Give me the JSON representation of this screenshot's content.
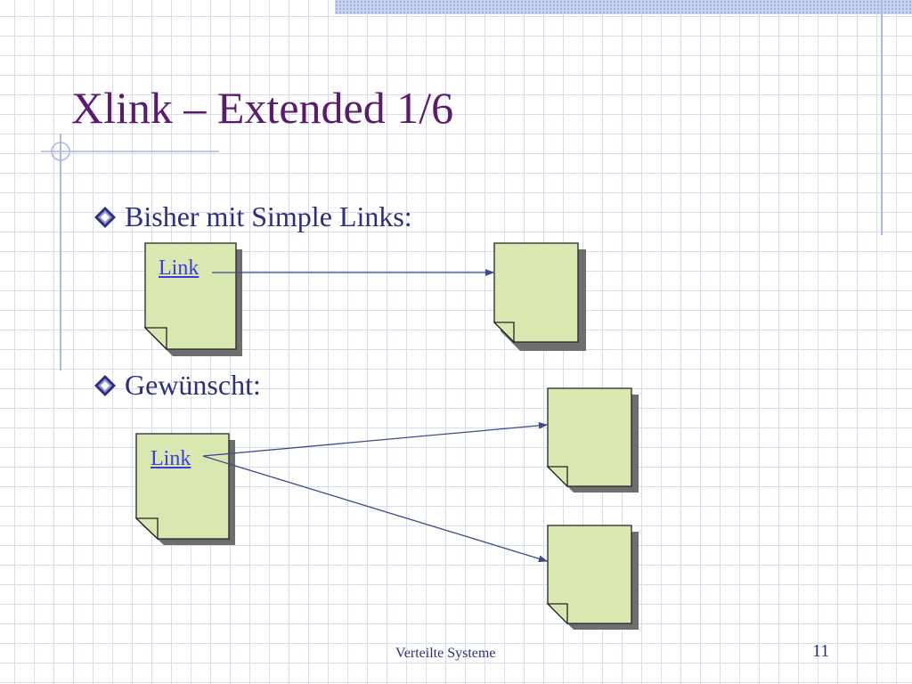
{
  "slide": {
    "title": "Xlink – Extended 1/6",
    "bullets": [
      {
        "text": "Bisher mit Simple Links:",
        "icon": "diamond-bullet-icon"
      },
      {
        "text": "Gewünscht:",
        "icon": "diamond-bullet-icon"
      }
    ],
    "diagram": {
      "link_label_1": "Link",
      "link_label_2": "Link"
    },
    "footer": {
      "text": "Verteilte Systeme",
      "page_number": "11"
    }
  },
  "colors": {
    "title": "#5a1a6e",
    "body_text": "#2d2f7c",
    "link": "#3b3be0",
    "document_fill": "#d8e8b0",
    "arrow": "#3c4a8c",
    "grid": "#d9dcec"
  }
}
